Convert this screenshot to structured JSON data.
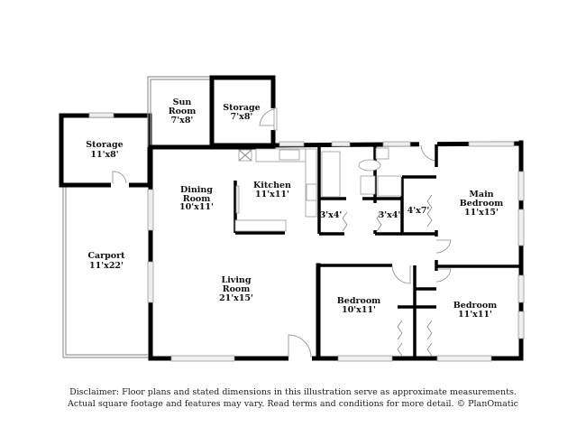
{
  "rooms": {
    "storage_left": {
      "name": "Storage",
      "dim": "11'x8'"
    },
    "sun_room": {
      "name1": "Sun",
      "name2": "Room",
      "dim": "7'x8'"
    },
    "storage_top": {
      "name": "Storage",
      "dim": "7'x8'"
    },
    "dining": {
      "name1": "Dining",
      "name2": "Room",
      "dim": "10'x11'"
    },
    "kitchen": {
      "name": "Kitchen",
      "dim": "11'x11'"
    },
    "carport": {
      "name": "Carport",
      "dim": "11'x22'"
    },
    "living": {
      "name1": "Living",
      "name2": "Room",
      "dim": "21'x15'"
    },
    "closet1": {
      "dim": "3'x4'"
    },
    "closet2": {
      "dim": "3'x4'"
    },
    "closet3": {
      "dim": "4'x7'"
    },
    "main_bedroom": {
      "name1": "Main",
      "name2": "Bedroom",
      "dim": "11'x15'"
    },
    "bedroom1": {
      "name": "Bedroom",
      "dim": "10'x11'"
    },
    "bedroom2": {
      "name": "Bedroom",
      "dim": "11'x11'"
    }
  },
  "disclaimer": {
    "line1": "Disclaimer: Floor plans and stated dimensions in this illustration serve as approximate measurements.",
    "line2": "Actual square footage and features may vary. Read terms and conditions for more detail. © PlanOmatic"
  }
}
